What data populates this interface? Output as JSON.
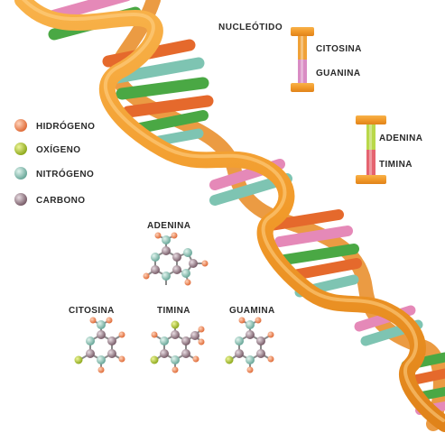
{
  "diagram": {
    "nucleotide_box": {
      "title": "NUCLEÓTIDO",
      "pairs": [
        "CITOSINA",
        "GUANINA"
      ]
    },
    "pair_box": {
      "pairs": [
        "ADENINA",
        "TIMINA"
      ]
    },
    "legend": [
      {
        "label": "HIDRÓGENO",
        "color": "#e98a5a"
      },
      {
        "label": "OXÍGENO",
        "color": "#b5cc3a"
      },
      {
        "label": "NITRÓGENO",
        "color": "#8fc7b8"
      },
      {
        "label": "CARBONO",
        "color": "#a88c96"
      }
    ],
    "molecules": [
      {
        "label": "ADENINA"
      },
      {
        "label": "CITOSINA"
      },
      {
        "label": "TIMINA"
      },
      {
        "label": "GUAMINA"
      }
    ],
    "colors": {
      "backbone": "#f3a030",
      "backbone_dark": "#d9801c",
      "citosina": "#f0a238",
      "guanina": "#d98cc4",
      "adenina": "#b9d84a",
      "timina": "#e56470",
      "green": "#4aa844",
      "orange_rung": "#e5692c",
      "teal": "#7ec4b2",
      "pink": "#e589b8"
    }
  }
}
